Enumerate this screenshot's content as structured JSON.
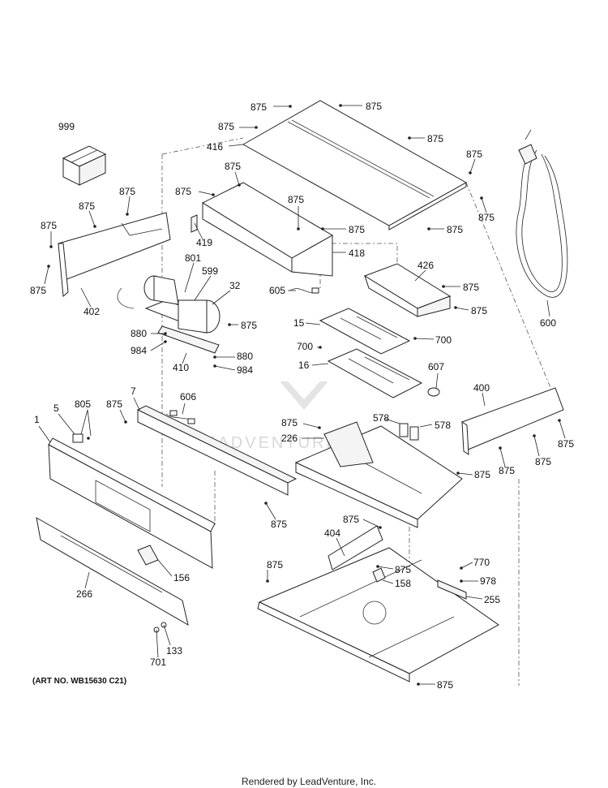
{
  "labels": [
    {
      "text": "875",
      "id": "875-top-a"
    },
    {
      "text": "875",
      "id": "875-top-b"
    },
    {
      "text": "875",
      "id": "875-top-c"
    },
    {
      "text": "416",
      "id": "416"
    },
    {
      "text": "875",
      "id": "875-top-d"
    },
    {
      "text": "875",
      "id": "875-top-e"
    },
    {
      "text": "875",
      "id": "875-top-f"
    },
    {
      "text": "875",
      "id": "875-top-g"
    },
    {
      "text": "999",
      "id": "999"
    },
    {
      "text": "875",
      "id": "875-l1"
    },
    {
      "text": "875",
      "id": "875-l2"
    },
    {
      "text": "875",
      "id": "875-l3"
    },
    {
      "text": "875",
      "id": "875-l4"
    },
    {
      "text": "402",
      "id": "402"
    },
    {
      "text": "875",
      "id": "875-c1"
    },
    {
      "text": "875",
      "id": "875-c2"
    },
    {
      "text": "419",
      "id": "419"
    },
    {
      "text": "875",
      "id": "875-c3"
    },
    {
      "text": "875",
      "id": "875-c4"
    },
    {
      "text": "418",
      "id": "418"
    },
    {
      "text": "801",
      "id": "801"
    },
    {
      "text": "599",
      "id": "599"
    },
    {
      "text": "32",
      "id": "32"
    },
    {
      "text": "605",
      "id": "605"
    },
    {
      "text": "426",
      "id": "426"
    },
    {
      "text": "875",
      "id": "875-426a"
    },
    {
      "text": "875",
      "id": "875-426b"
    },
    {
      "text": "875",
      "id": "875-fan"
    },
    {
      "text": "880",
      "id": "880-a"
    },
    {
      "text": "984",
      "id": "984-a"
    },
    {
      "text": "880",
      "id": "880-b"
    },
    {
      "text": "984",
      "id": "984-b"
    },
    {
      "text": "410",
      "id": "410"
    },
    {
      "text": "15",
      "id": "15"
    },
    {
      "text": "700",
      "id": "700-a"
    },
    {
      "text": "700",
      "id": "700-b"
    },
    {
      "text": "16",
      "id": "16"
    },
    {
      "text": "607",
      "id": "607"
    },
    {
      "text": "600",
      "id": "600"
    },
    {
      "text": "7",
      "id": "7"
    },
    {
      "text": "606",
      "id": "606"
    },
    {
      "text": "875",
      "id": "875-7"
    },
    {
      "text": "5",
      "id": "5"
    },
    {
      "text": "805",
      "id": "805"
    },
    {
      "text": "1",
      "id": "1"
    },
    {
      "text": "875",
      "id": "875-226"
    },
    {
      "text": "226",
      "id": "226"
    },
    {
      "text": "578",
      "id": "578-a"
    },
    {
      "text": "578",
      "id": "578-b"
    },
    {
      "text": "400",
      "id": "400"
    },
    {
      "text": "875",
      "id": "875-400a"
    },
    {
      "text": "875",
      "id": "875-400b"
    },
    {
      "text": "875",
      "id": "875-400c"
    },
    {
      "text": "875",
      "id": "875-400d"
    },
    {
      "text": "875",
      "id": "875-rail"
    },
    {
      "text": "875",
      "id": "875-404"
    },
    {
      "text": "404",
      "id": "404"
    },
    {
      "text": "875",
      "id": "875-b1"
    },
    {
      "text": "875",
      "id": "875-b2"
    },
    {
      "text": "158",
      "id": "158"
    },
    {
      "text": "770",
      "id": "770"
    },
    {
      "text": "978",
      "id": "978"
    },
    {
      "text": "255",
      "id": "255"
    },
    {
      "text": "156",
      "id": "156"
    },
    {
      "text": "266",
      "id": "266"
    },
    {
      "text": "133",
      "id": "133"
    },
    {
      "text": "701",
      "id": "701"
    },
    {
      "text": "875",
      "id": "875-bottom"
    }
  ],
  "art_no": "(ART NO. WB15630 C21)",
  "footer": "Rendered by LeadVenture, Inc.",
  "watermark": "LEADVENTURE"
}
